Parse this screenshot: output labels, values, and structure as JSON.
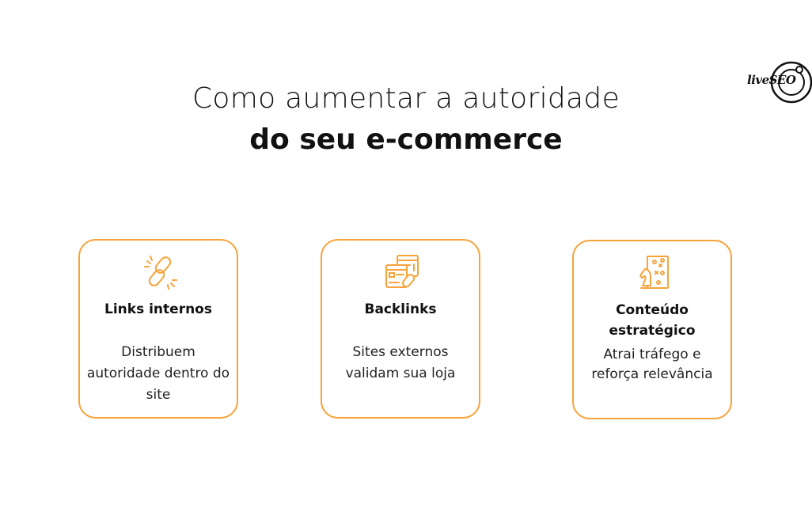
{
  "header": {
    "title_line1": "Como aumentar a autoridade",
    "title_line2": "do seu e-commerce"
  },
  "logo": {
    "text": "liveSEO"
  },
  "accent_color": "#F7A33A",
  "cards": [
    {
      "icon": "broken-link-icon",
      "title": "Links internos",
      "description": "Distribuem autoridade dentro do site"
    },
    {
      "icon": "backlink-pages-icon",
      "title": "Backlinks",
      "description": "Sites externos validam sua loja"
    },
    {
      "icon": "strategy-chess-icon",
      "title": "Conteúdo estratégico",
      "description": "Atrai tráfego e reforça relevância"
    }
  ]
}
